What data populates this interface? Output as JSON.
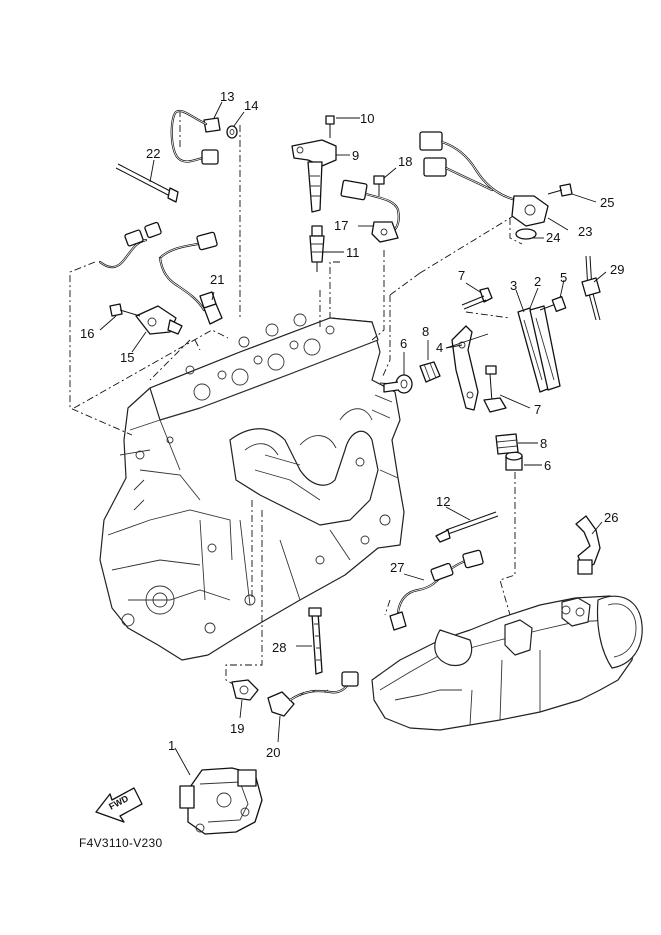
{
  "diagram": {
    "code": "F4V3110-V230",
    "fwd_label": "FWD",
    "callouts": [
      "1",
      "2",
      "3",
      "4",
      "5",
      "6",
      "6",
      "7",
      "7",
      "8",
      "8",
      "9",
      "10",
      "11",
      "12",
      "13",
      "14",
      "15",
      "16",
      "17",
      "18",
      "19",
      "20",
      "21",
      "22",
      "23",
      "24",
      "25",
      "26",
      "27",
      "28",
      "29"
    ]
  }
}
